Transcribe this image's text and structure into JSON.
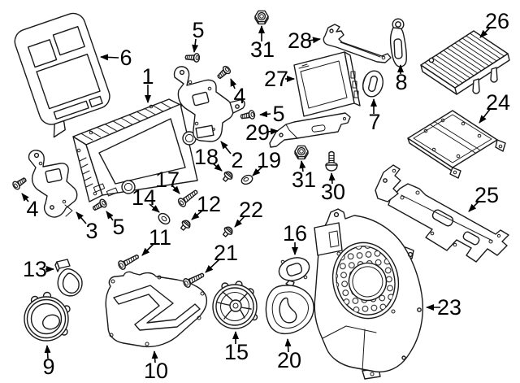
{
  "diagram": {
    "type": "exploded-parts-diagram",
    "subject": "vehicle audio system components",
    "visible_text_is_part_numbers_only": true
  },
  "colors": {
    "background": "#ffffff",
    "line": "#1a1a1a",
    "label": "#000000"
  },
  "callouts": [
    {
      "num": "1"
    },
    {
      "num": "2"
    },
    {
      "num": "3"
    },
    {
      "num": "4"
    },
    {
      "num": "4"
    },
    {
      "num": "5"
    },
    {
      "num": "5"
    },
    {
      "num": "5"
    },
    {
      "num": "6"
    },
    {
      "num": "7"
    },
    {
      "num": "8"
    },
    {
      "num": "9"
    },
    {
      "num": "10"
    },
    {
      "num": "11"
    },
    {
      "num": "12"
    },
    {
      "num": "13"
    },
    {
      "num": "14"
    },
    {
      "num": "15"
    },
    {
      "num": "16"
    },
    {
      "num": "17"
    },
    {
      "num": "18"
    },
    {
      "num": "19"
    },
    {
      "num": "20"
    },
    {
      "num": "21"
    },
    {
      "num": "22"
    },
    {
      "num": "23"
    },
    {
      "num": "24"
    },
    {
      "num": "25"
    },
    {
      "num": "26"
    },
    {
      "num": "27"
    },
    {
      "num": "28"
    },
    {
      "num": "29"
    },
    {
      "num": "30"
    },
    {
      "num": "31"
    },
    {
      "num": "31"
    }
  ]
}
